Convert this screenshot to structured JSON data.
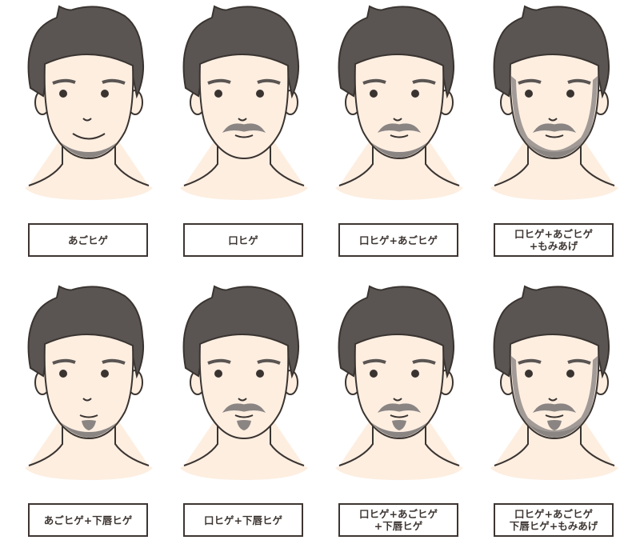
{
  "colors": {
    "hair": "#5a5552",
    "skin": "#fdeee0",
    "line": "#3a3431",
    "beard": "#8a8583",
    "label_border": "#3d3532"
  },
  "styles": [
    {
      "lines": [
        "あごヒゲ"
      ],
      "mustache": false,
      "chin": true,
      "soul": false,
      "sideburns": false,
      "smile": true
    },
    {
      "lines": [
        "口ヒゲ"
      ],
      "mustache": true,
      "chin": false,
      "soul": false,
      "sideburns": false,
      "smile": false
    },
    {
      "lines": [
        "口ヒゲ+あごヒゲ"
      ],
      "mustache": true,
      "chin": true,
      "soul": false,
      "sideburns": false,
      "smile": false
    },
    {
      "lines": [
        "口ヒゲ+あごヒゲ",
        "+もみあげ"
      ],
      "mustache": true,
      "chin": true,
      "soul": false,
      "sideburns": true,
      "smile": false
    },
    {
      "lines": [
        "あごヒゲ+下唇ヒゲ"
      ],
      "mustache": false,
      "chin": true,
      "soul": true,
      "sideburns": false,
      "smile": false
    },
    {
      "lines": [
        "口ヒゲ+下唇ヒゲ"
      ],
      "mustache": true,
      "chin": false,
      "soul": true,
      "sideburns": false,
      "smile": false
    },
    {
      "lines": [
        "口ヒゲ+あごヒゲ",
        "+下唇ヒゲ"
      ],
      "mustache": true,
      "chin": true,
      "soul": true,
      "sideburns": false,
      "smile": false
    },
    {
      "lines": [
        "口ヒゲ+あごヒゲ",
        "下唇ヒゲ+もみあげ"
      ],
      "mustache": true,
      "chin": true,
      "soul": true,
      "sideburns": true,
      "smile": false
    }
  ]
}
